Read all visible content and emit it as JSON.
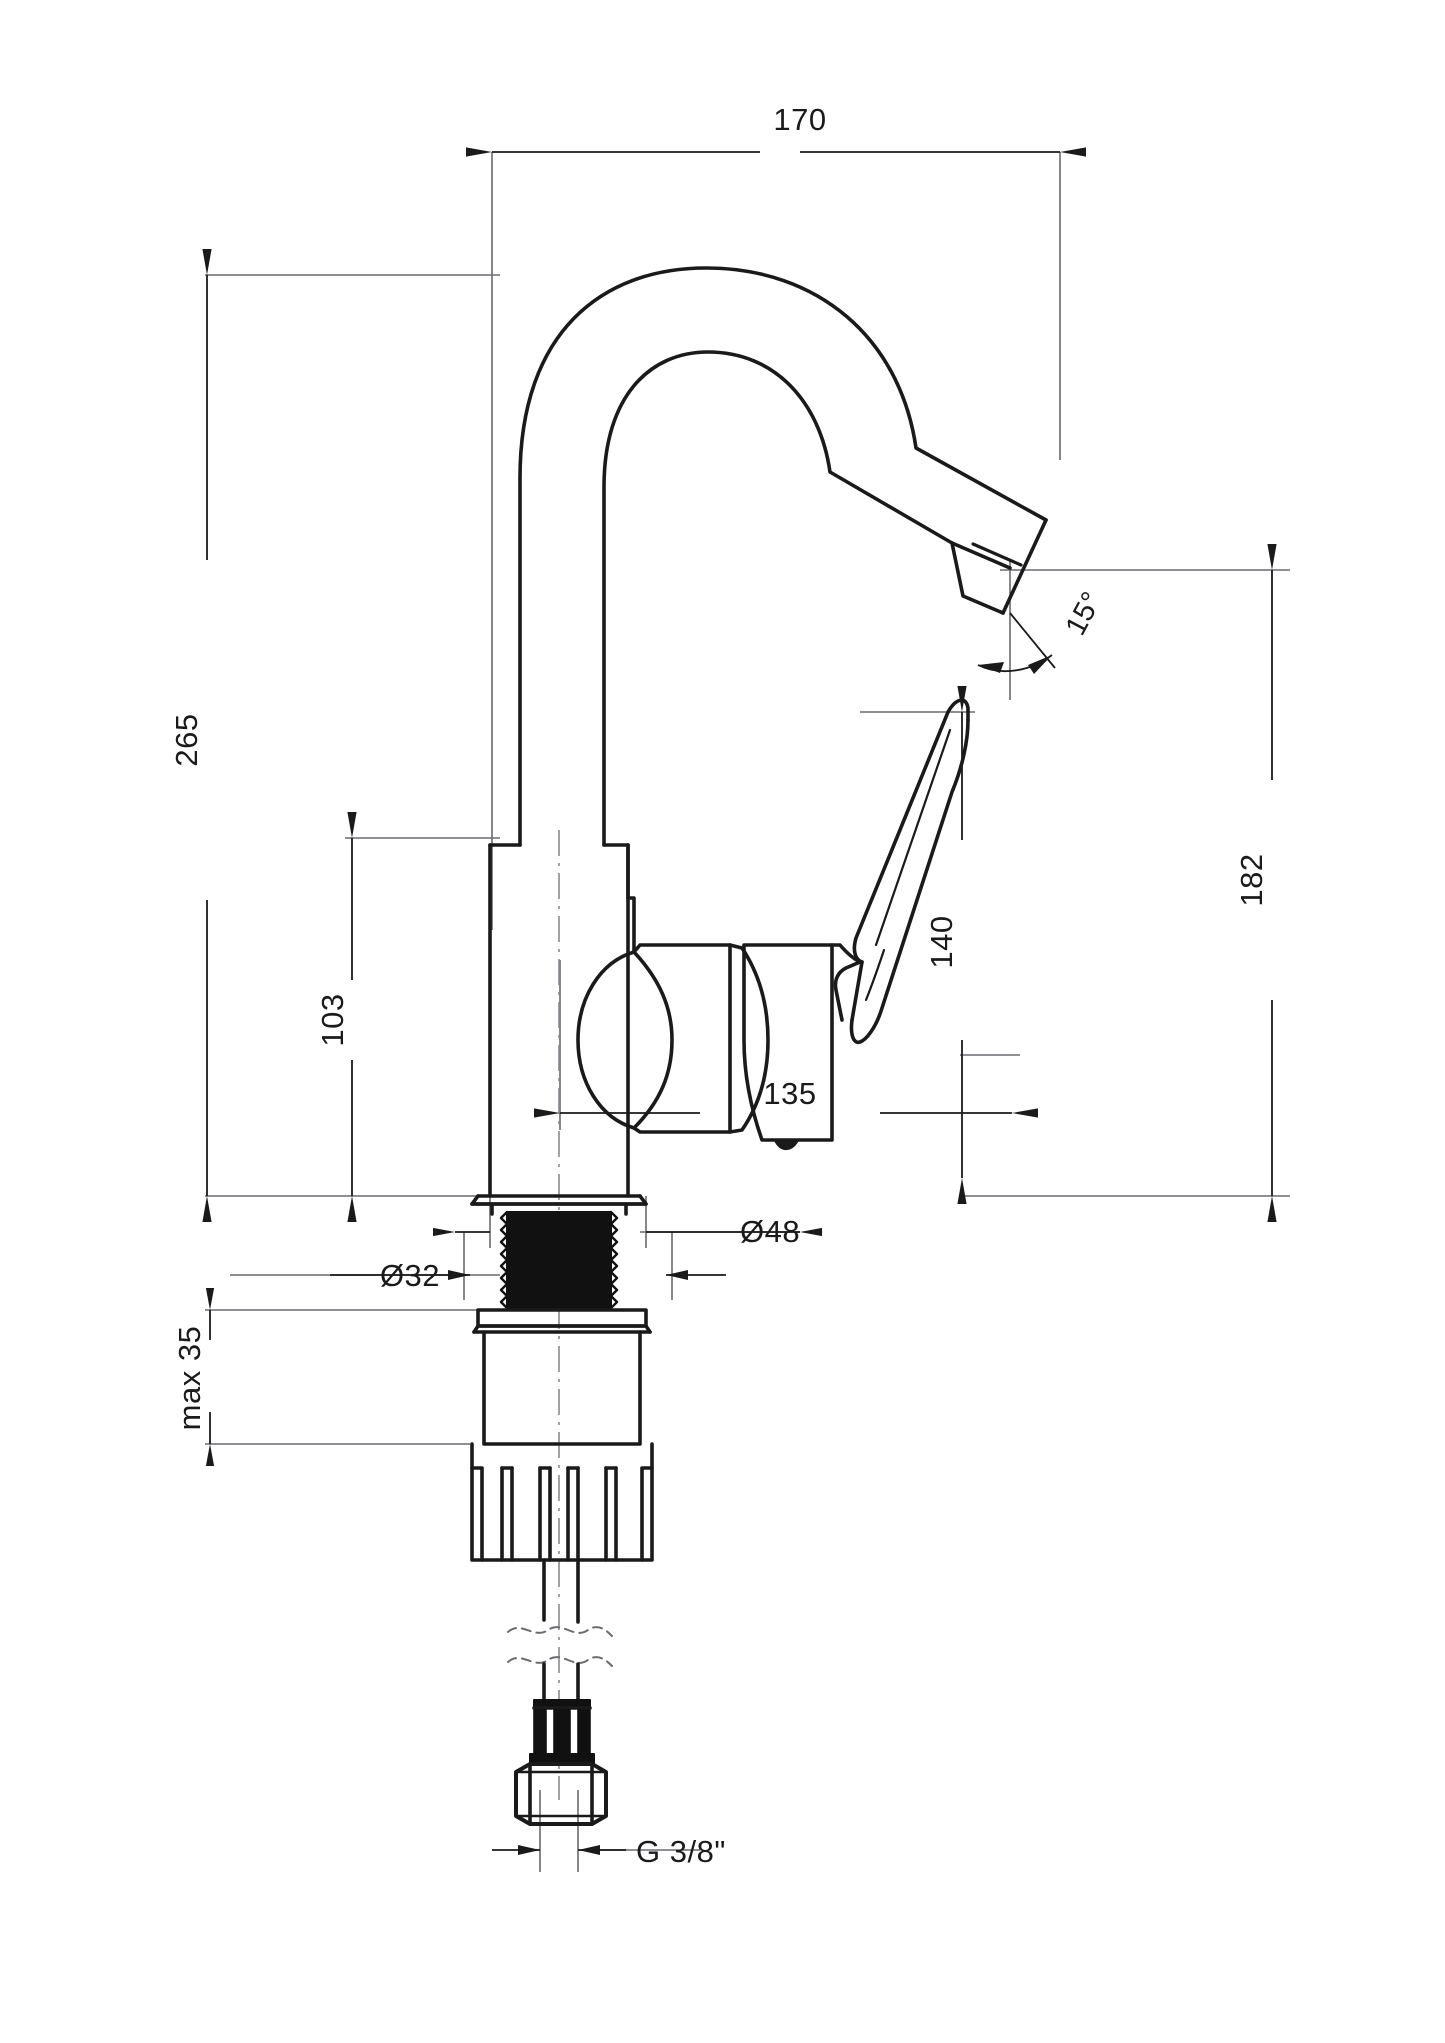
{
  "drawing": {
    "type": "technical-dimension-drawing",
    "subject": "single-lever basin mixer tap, side elevation",
    "units": "mm",
    "line_color": "#1a1a1a",
    "thin_line_color": "#6b6b70",
    "background": "#ffffff"
  },
  "dimensions": {
    "overall_width": {
      "label": "170",
      "orientation": "horizontal",
      "position": "top"
    },
    "overall_height": {
      "label": "265",
      "orientation": "vertical-rotated",
      "position": "left"
    },
    "body_height": {
      "label": "103",
      "orientation": "vertical-rotated",
      "position": "left-inner"
    },
    "spout_height": {
      "label": "182",
      "orientation": "vertical-rotated",
      "position": "right"
    },
    "handle_height": {
      "label": "140",
      "orientation": "vertical-rotated",
      "position": "center-right"
    },
    "handle_reach": {
      "label": "135",
      "orientation": "horizontal",
      "position": "center"
    },
    "mounting_thickness": {
      "label": "max 35",
      "orientation": "vertical-rotated",
      "position": "lower-left"
    },
    "shank_diameter": {
      "label": "Ø32",
      "orientation": "horizontal",
      "position": "shank-left"
    },
    "base_diameter": {
      "label": "Ø48",
      "orientation": "horizontal",
      "position": "shank-right"
    },
    "aerator_angle": {
      "label": "15°",
      "orientation": "rotated",
      "position": "spout-tip"
    },
    "supply_thread": {
      "label": "G 3/8\"",
      "orientation": "horizontal",
      "position": "bottom"
    }
  }
}
